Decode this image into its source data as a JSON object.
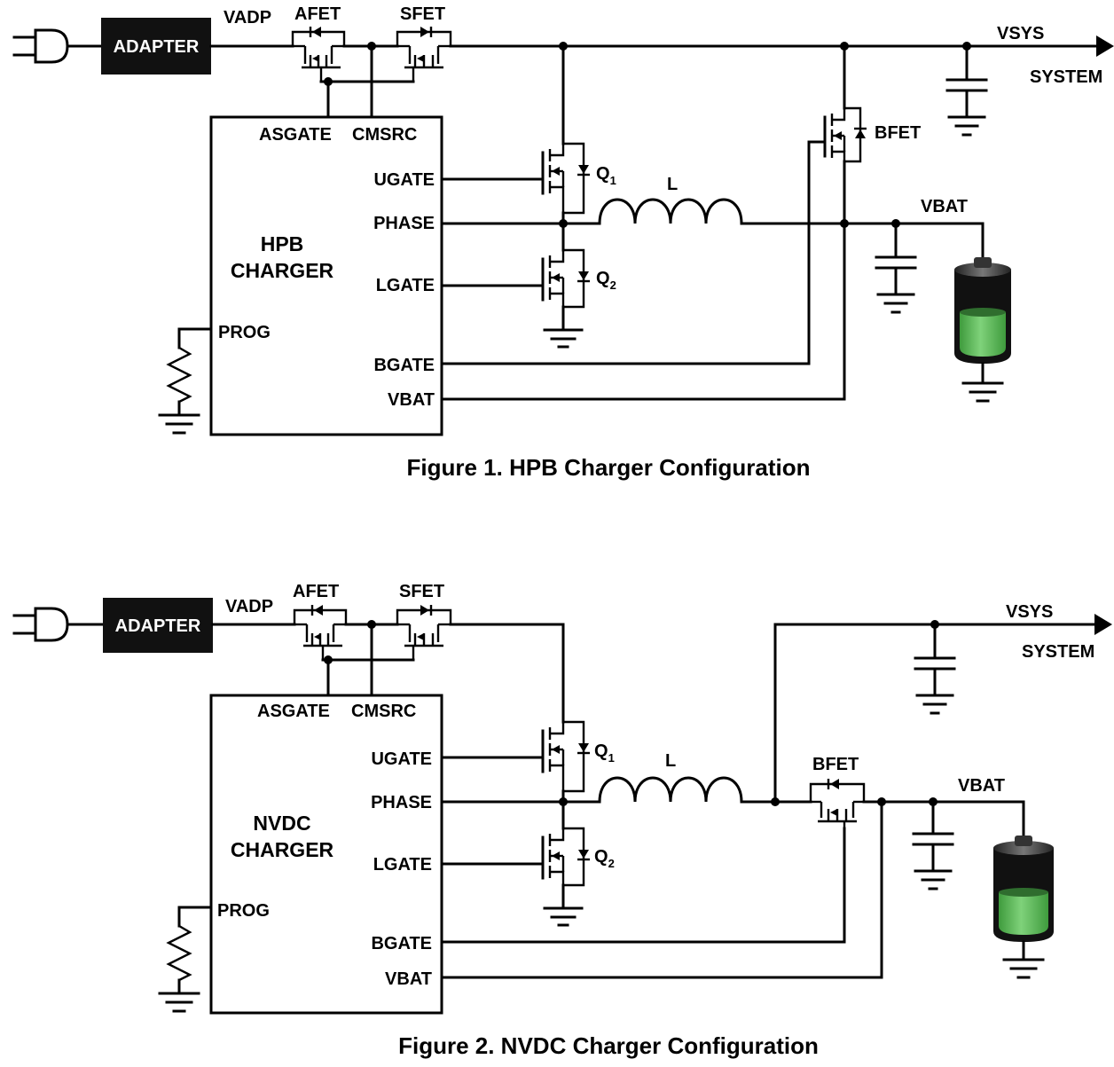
{
  "figure1": {
    "caption": "Figure 1. HPB Charger Configuration",
    "adapter": "ADAPTER",
    "vadp": "VADP",
    "afet": "AFET",
    "sfet": "SFET",
    "vsys": "VSYS",
    "system": "SYSTEM",
    "bfet": "BFET",
    "vbat_node": "VBAT",
    "inductor": "L",
    "q1": "Q",
    "q1_sub": "1",
    "q2": "Q",
    "q2_sub": "2",
    "chip": {
      "name_line1": "HPB",
      "name_line2": "CHARGER",
      "pins": {
        "asgate": "ASGATE",
        "cmsrc": "CMSRC",
        "ugate": "UGATE",
        "phase": "PHASE",
        "lgate": "LGATE",
        "prog": "PROG",
        "bgate": "BGATE",
        "vbat": "VBAT"
      }
    }
  },
  "figure2": {
    "caption": "Figure 2. NVDC Charger Configuration",
    "adapter": "ADAPTER",
    "vadp": "VADP",
    "afet": "AFET",
    "sfet": "SFET",
    "vsys": "VSYS",
    "system": "SYSTEM",
    "bfet": "BFET",
    "vbat_node": "VBAT",
    "inductor": "L",
    "q1": "Q",
    "q1_sub": "1",
    "q2": "Q",
    "q2_sub": "2",
    "chip": {
      "name_line1": "NVDC",
      "name_line2": "CHARGER",
      "pins": {
        "asgate": "ASGATE",
        "cmsrc": "CMSRC",
        "ugate": "UGATE",
        "phase": "PHASE",
        "lgate": "LGATE",
        "prog": "PROG",
        "bgate": "BGATE",
        "vbat": "VBAT"
      }
    }
  },
  "colors": {
    "battery_fill": "#5cc05a",
    "battery_body": "#111111",
    "adapter_box": "#111111"
  },
  "icons": [
    "power-plug-icon",
    "mosfet-icon",
    "diode-icon",
    "capacitor-icon",
    "inductor-icon",
    "resistor-icon",
    "ground-icon",
    "battery-icon",
    "arrow-right-icon"
  ]
}
